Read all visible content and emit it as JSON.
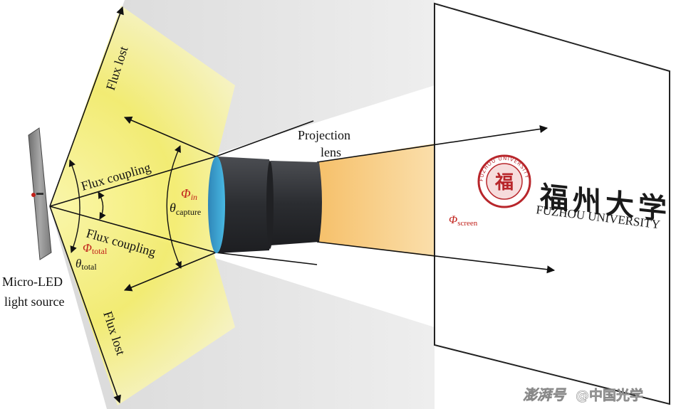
{
  "labels": {
    "flux_lost": "Flux lost",
    "flux_coupling": "Flux coupling",
    "projection_lens_line1": "Projection",
    "projection_lens_line2": "lens",
    "phi": "Φ",
    "phi_in_sub": "in",
    "theta": "θ",
    "theta_capture_sub": "capture",
    "phi_total_sub": "total",
    "theta_total_sub": "total",
    "phi_screen_sub": "screen",
    "source_line1": "Micro-LED",
    "source_line2": "light source"
  },
  "logo": {
    "ring_text": "FUZHOU UNIVERSITY",
    "center_char": "福",
    "chinese_name": "福州大学",
    "english_name": "FUZHOU UNIVERSITY"
  },
  "watermark": {
    "brand": "澎湃号",
    "account": "@中国光学"
  },
  "colors": {
    "beam_yellow": "#f2ed7a",
    "beam_orange": "#f7c26a",
    "label_red": "#c0201a",
    "lens_body": "#2d2f33",
    "lens_face": "#3aa6d6",
    "source_panel": "#8d8d8d"
  }
}
